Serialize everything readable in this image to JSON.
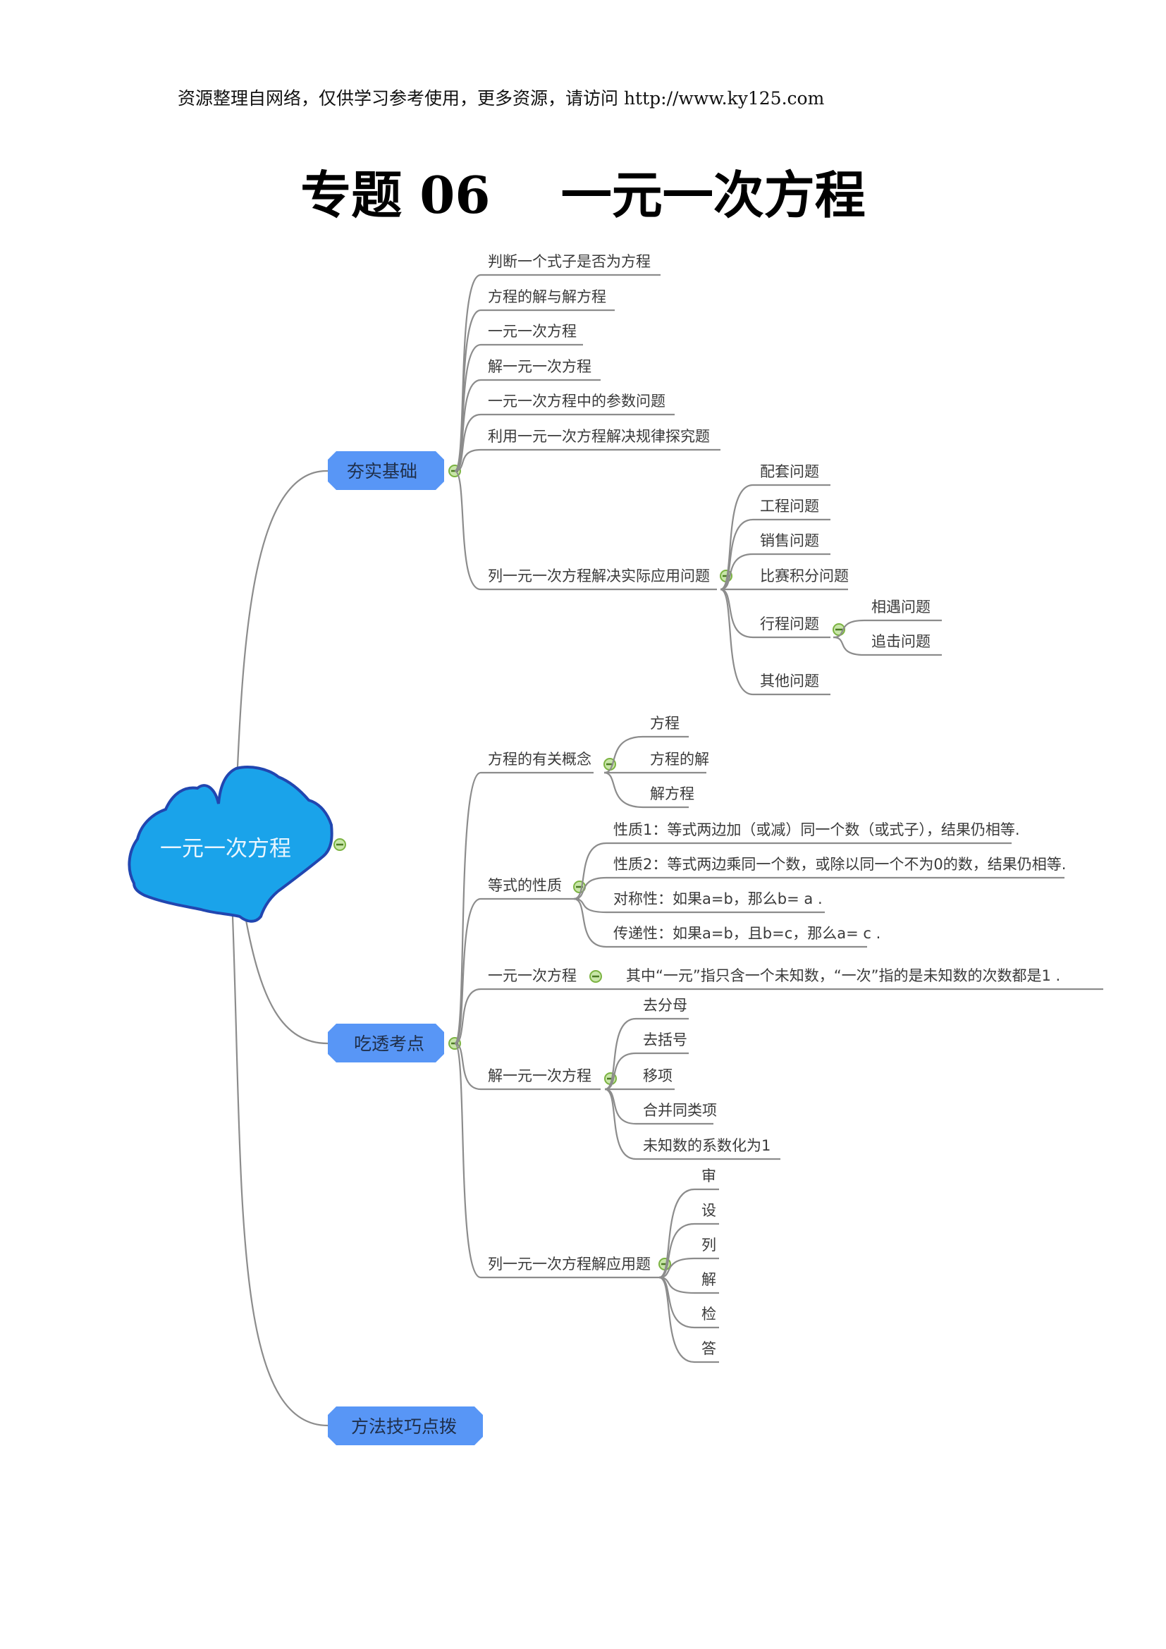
{
  "header": {
    "note": "资源整理自网络，仅供学习参考使用，更多资源，请访问 http://www.ky125.com"
  },
  "title": "专题 06    一元一次方程",
  "colors": {
    "root_fill": "#1aa3ea",
    "root_stroke": "#2146b0",
    "main_fill": "#5896f6",
    "main_text": "#1f2f4a",
    "line": "#8c8c8c",
    "collapse_fill": "#c8e6a8",
    "collapse_stroke": "#7cb342"
  },
  "mindmap": {
    "root": "一元一次方程",
    "branches": [
      {
        "label": "夯实基础",
        "children": [
          {
            "label": "判断一个式子是否为方程"
          },
          {
            "label": "方程的解与解方程"
          },
          {
            "label": "一元一次方程"
          },
          {
            "label": "解一元一次方程"
          },
          {
            "label": "一元一次方程中的参数问题"
          },
          {
            "label": "利用一元一次方程解决规律探究题"
          },
          {
            "label": "列一元一次方程解决实际应用问题",
            "children": [
              {
                "label": "配套问题"
              },
              {
                "label": "工程问题"
              },
              {
                "label": "销售问题"
              },
              {
                "label": "比赛积分问题"
              },
              {
                "label": "行程问题",
                "children": [
                  {
                    "label": "相遇问题"
                  },
                  {
                    "label": "追击问题"
                  }
                ]
              },
              {
                "label": "其他问题"
              }
            ]
          }
        ]
      },
      {
        "label": "吃透考点",
        "children": [
          {
            "label": "方程的有关概念",
            "children": [
              {
                "label": "方程"
              },
              {
                "label": "方程的解"
              },
              {
                "label": "解方程"
              }
            ]
          },
          {
            "label": "等式的性质",
            "children": [
              {
                "label": "性质1：等式两边加（或减）同一个数（或式子），结果仍相等."
              },
              {
                "label": "性质2：等式两边乘同一个数，或除以同一个不为0的数，结果仍相等."
              },
              {
                "label": "对称性：如果a=b，那么b= a ."
              },
              {
                "label": "传递性：如果a=b，且b=c，那么a= c ."
              }
            ]
          },
          {
            "label": "一元一次方程",
            "children": [
              {
                "label": "其中“一元”指只含一个未知数，“一次”指的是未知数的次数都是1 ."
              }
            ]
          },
          {
            "label": "解一元一次方程",
            "children": [
              {
                "label": "去分母"
              },
              {
                "label": "去括号"
              },
              {
                "label": "移项"
              },
              {
                "label": "合并同类项"
              },
              {
                "label": "未知数的系数化为1"
              }
            ]
          },
          {
            "label": "列一元一次方程解应用题",
            "children": [
              {
                "label": "审"
              },
              {
                "label": "设"
              },
              {
                "label": "列"
              },
              {
                "label": "解"
              },
              {
                "label": "检"
              },
              {
                "label": "答"
              }
            ]
          }
        ]
      },
      {
        "label": "方法技巧点拨"
      }
    ]
  }
}
